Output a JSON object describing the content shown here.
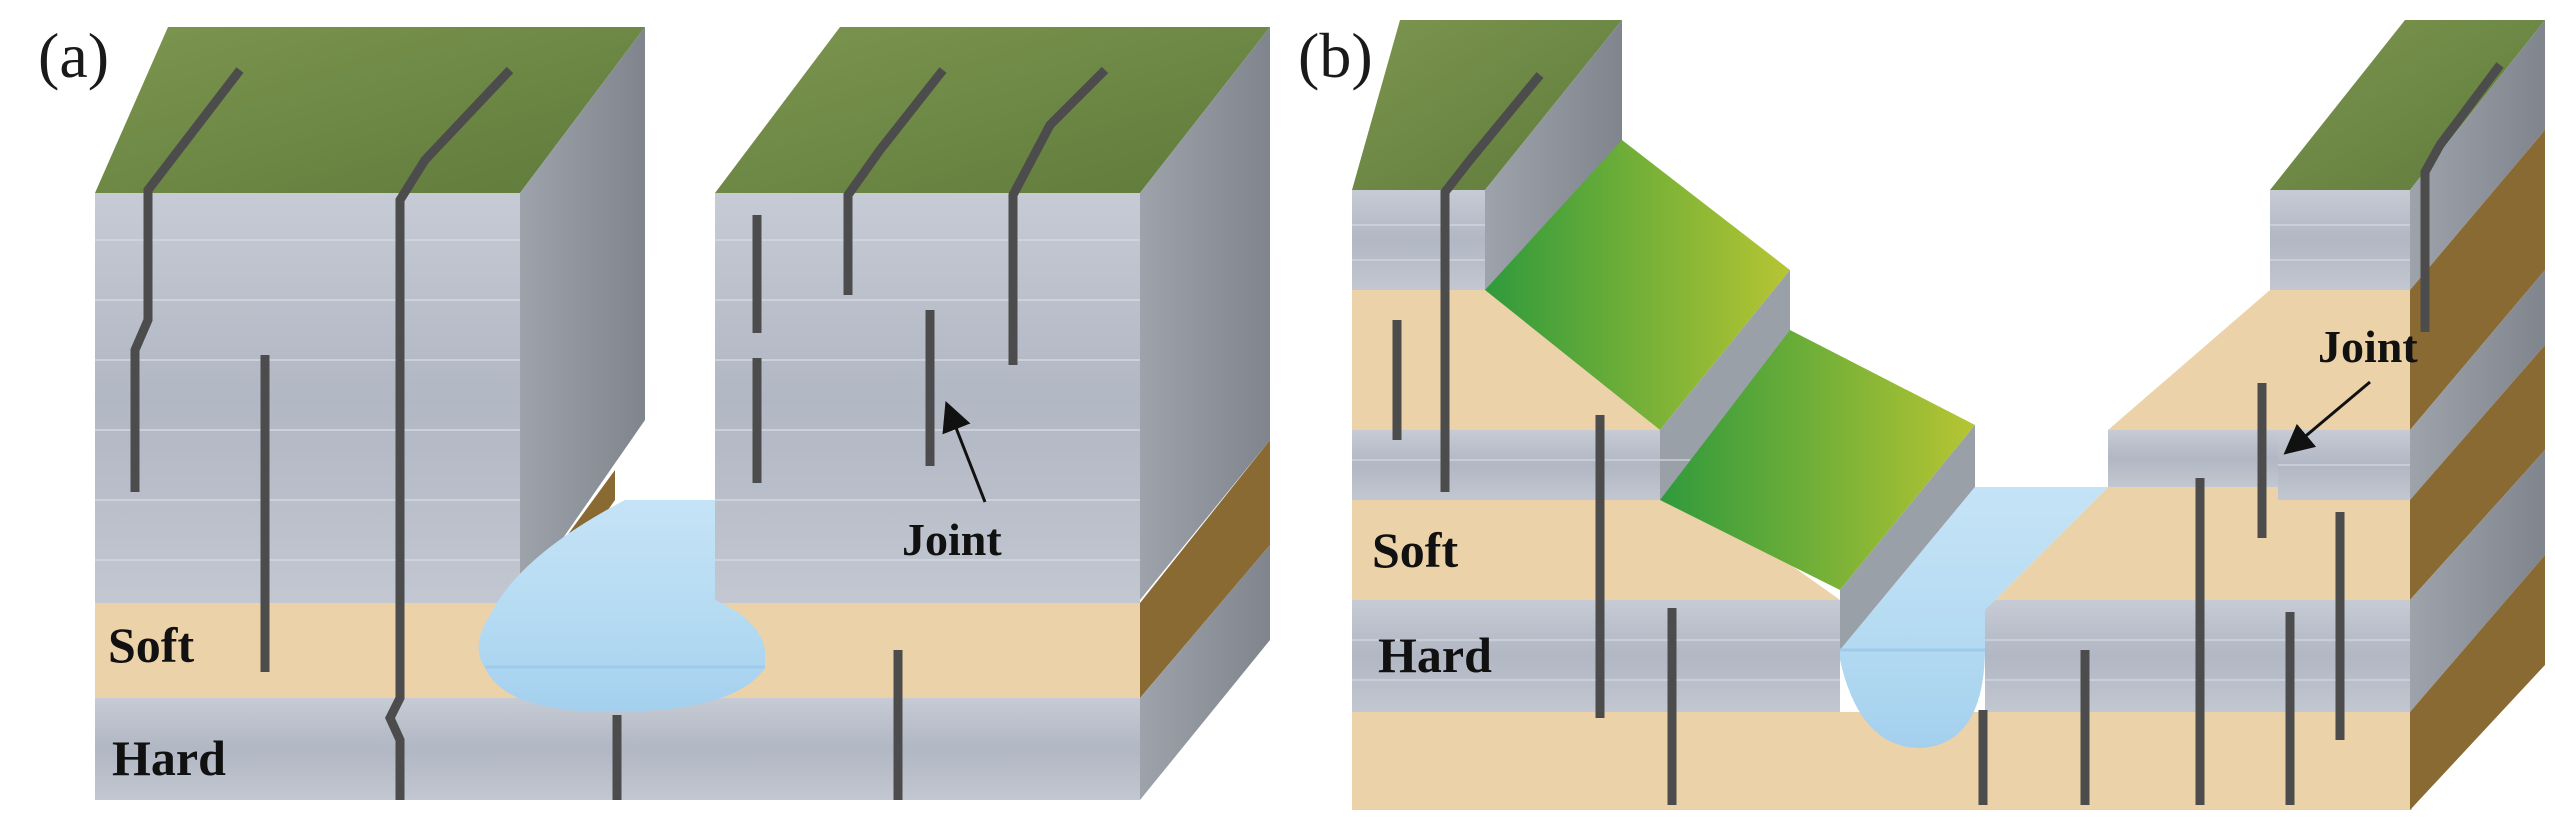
{
  "panel_a": {
    "label": "(a)",
    "soft_label": "Soft",
    "hard_label": "Hard",
    "joint_label": "Joint"
  },
  "panel_b": {
    "label": "(b)",
    "soft_label": "Soft",
    "hard_label": "Hard",
    "joint_label": "Joint"
  },
  "colors": {
    "grass": "#6e8a45",
    "rock_front": "#b9bfcb",
    "rock_side": "#8f949c",
    "soft_layer": "#ecd2a8",
    "soft_side": "#8a6a33",
    "water": "#b7dcf3",
    "slope_green": "#6fae3a",
    "joint": "#4c4c4c"
  }
}
